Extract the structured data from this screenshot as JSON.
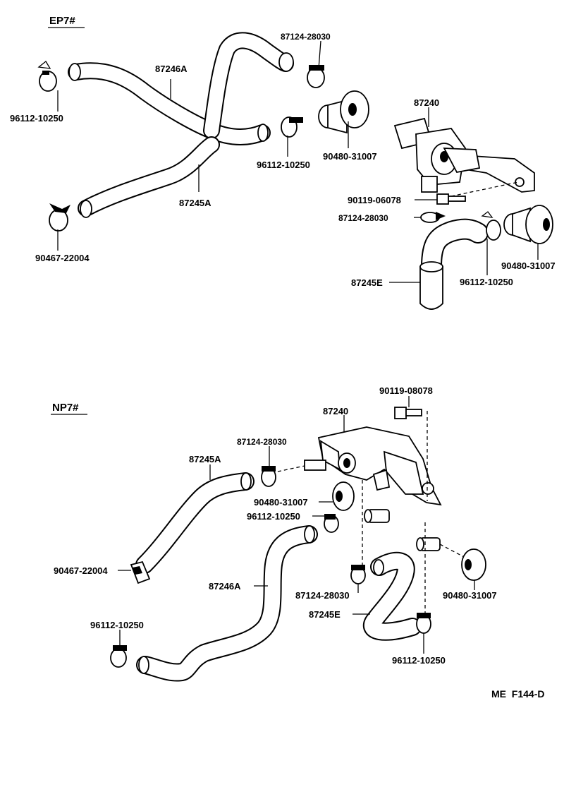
{
  "sections": [
    {
      "title": "EP7#",
      "labels": {
        "hose_87246a": "87246A",
        "hose_87245a": "87245A",
        "hose_87245e": "87245E",
        "valve_87240": "87240",
        "clip_87124_top": "87124-28030",
        "clip_87124_mid": "87124-28030",
        "clamp_96112_left": "96112-10250",
        "clamp_96112_center": "96112-10250",
        "clamp_96112_right": "96112-10250",
        "grommet_90480_center": "90480-31007",
        "grommet_90480_right": "90480-31007",
        "bolt_90119": "90119-06078",
        "clip_90467": "90467-22004"
      }
    },
    {
      "title": "NP7#",
      "labels": {
        "valve_87240": "87240",
        "bolt_90119": "90119-08078",
        "clip_87124_top": "87124-28030",
        "clip_87124_bottom": "87124-28030",
        "hose_87245a": "87245A",
        "hose_87246a": "87246A",
        "hose_87245e": "87245E",
        "grommet_90480_left": "90480-31007",
        "grommet_90480_right": "90480-31007",
        "clamp_96112_center": "96112-10250",
        "clamp_96112_left": "96112-10250",
        "clamp_96112_right": "96112-10250",
        "clip_90467": "90467-22004"
      }
    }
  ],
  "figure_code": "ME  F144-D"
}
